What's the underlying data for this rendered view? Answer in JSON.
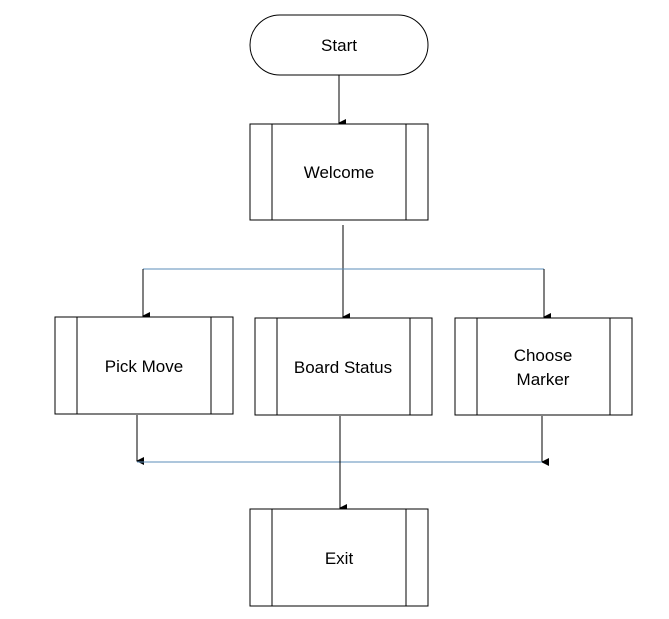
{
  "diagram": {
    "nodes": {
      "start": {
        "label": "Start"
      },
      "welcome": {
        "label": "Welcome"
      },
      "pick_move": {
        "label": "Pick Move"
      },
      "board_status": {
        "label": "Board Status"
      },
      "choose_marker": {
        "label_line1": "Choose",
        "label_line2": "Marker"
      },
      "exit": {
        "label": "Exit"
      }
    },
    "colors": {
      "stroke": "#000000",
      "connector_bus": "#5b8db8",
      "background": "#ffffff"
    }
  }
}
